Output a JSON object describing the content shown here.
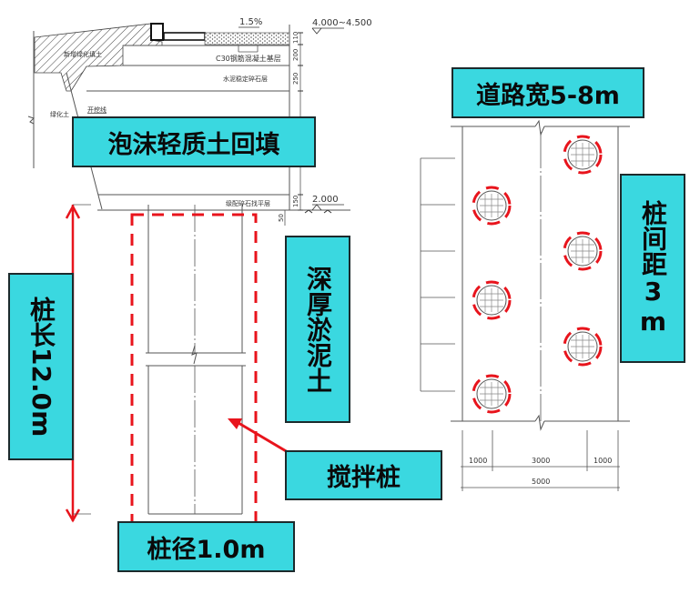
{
  "callouts": {
    "foam_backfill": "泡沫轻质土回填",
    "road_width": "道路宽5-8m",
    "pile_spacing": "桩间距3m",
    "soft_soil": "深厚淤泥土",
    "pile_length": "桩长12.0m",
    "mixing_pile": "搅拌桩",
    "pile_diameter": "桩径1.0m"
  },
  "section": {
    "slope": "1.5%",
    "elevation_top": "4.000~4.500",
    "elevation_bottom": "2.000",
    "layers": {
      "new_green_soil": "新增绿化填土",
      "c30_base": "C30钢筋混凝土基层",
      "cement_gravel": "水泥稳定碎石层",
      "green_soil": "绿化土",
      "excavation_line": "开挖线",
      "gravel_leveling": "级配碎石找平层"
    },
    "dims": [
      "110",
      "200",
      "250",
      "150",
      "50"
    ],
    "pile_dim_vertical": "12000",
    "pile_dim_bottom": "1000"
  },
  "plan": {
    "dims_top": [
      "1000",
      "3000",
      "1000"
    ],
    "dim_total": "5000"
  },
  "colors": {
    "callout_fill": "#3ad8e0",
    "callout_border": "#1c2a2c",
    "red": "#e8141c",
    "line": "#555555"
  }
}
